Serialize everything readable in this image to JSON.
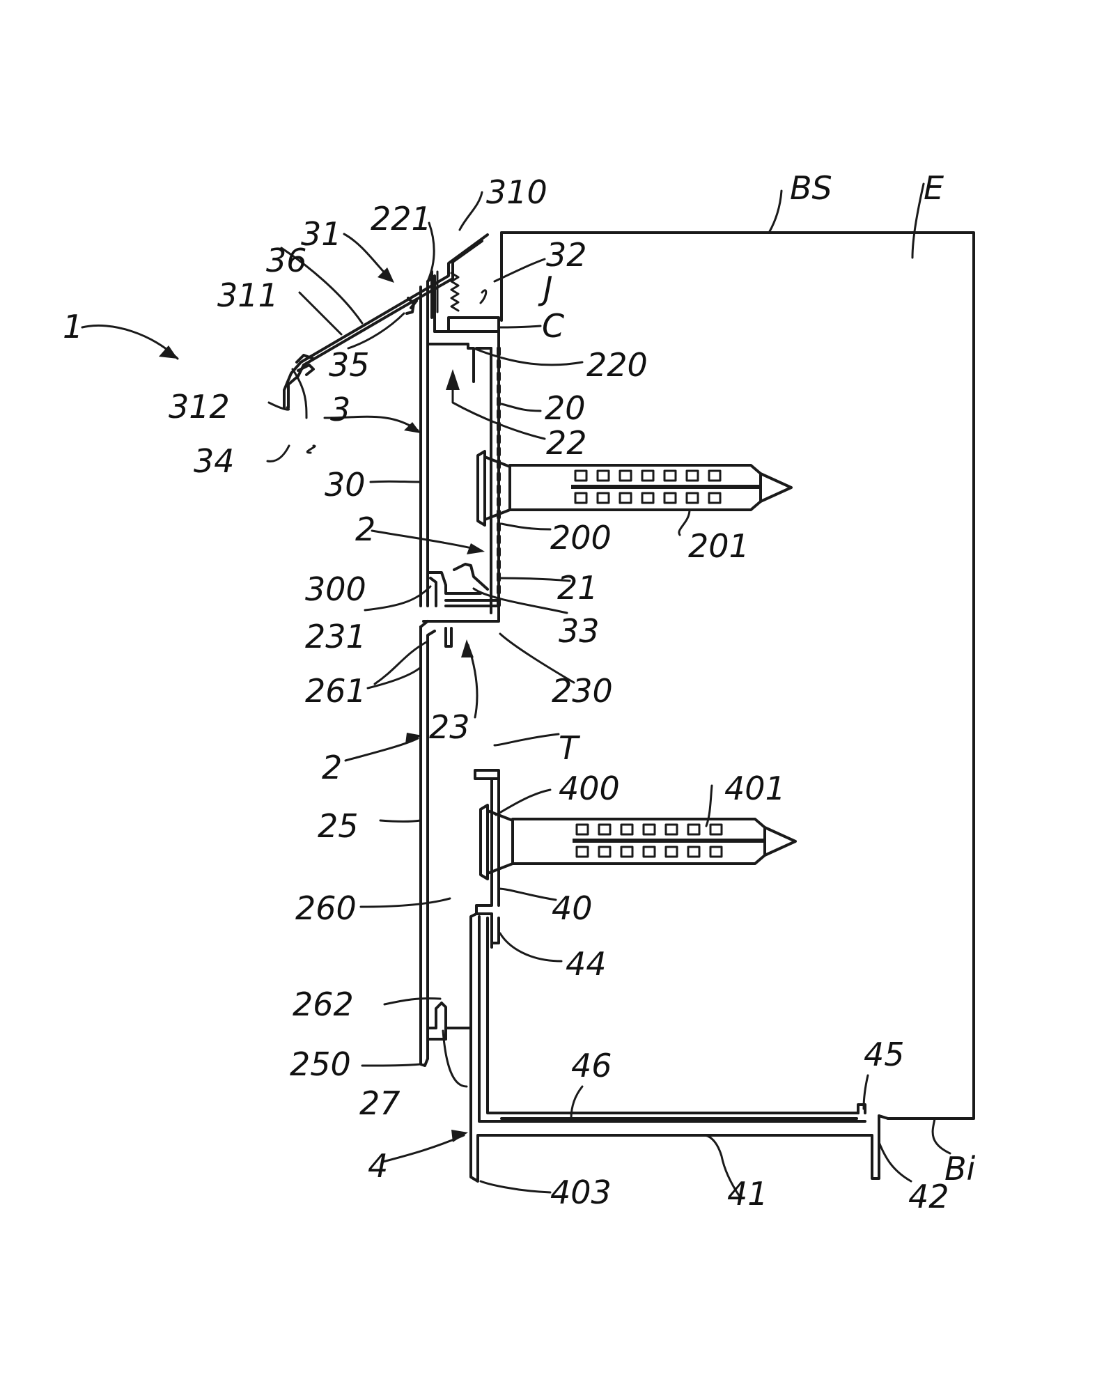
{
  "figure": {
    "labels": {
      "l1": "1",
      "l2a": "2",
      "l2b": "2",
      "l3": "3",
      "l4": "4",
      "l20": "20",
      "l21": "21",
      "l22": "22",
      "l23": "23",
      "l25": "25",
      "l27": "27",
      "l30": "30",
      "l31": "31",
      "l32": "32",
      "l33": "33",
      "l34": "34",
      "l35": "35",
      "l36": "36",
      "l40": "40",
      "l41": "41",
      "l42": "42",
      "l44": "44",
      "l45": "45",
      "l46": "46",
      "l200": "200",
      "l201": "201",
      "l220": "220",
      "l221": "221",
      "l230": "230",
      "l231": "231",
      "l250": "250",
      "l260": "260",
      "l261": "261",
      "l262": "262",
      "l300": "300",
      "l310": "310",
      "l311": "311",
      "l312": "312",
      "l400": "400",
      "l401": "401",
      "l403": "403",
      "lBS": "BS",
      "lE": "E",
      "lJ": "J",
      "lC": "C",
      "lT": "T",
      "lBi": "Bi"
    }
  }
}
